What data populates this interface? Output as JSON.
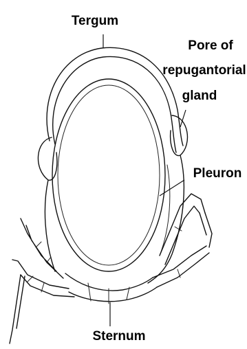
{
  "diagram": {
    "labels": {
      "tergum": "Tergum",
      "pore_line1": "Pore of",
      "pore_line2": "repugantorial",
      "pore_line3": "gland",
      "pleuron": "Pleuron",
      "sternum": "Sternum"
    },
    "colors": {
      "ink": "#111111",
      "background": "#ffffff"
    }
  }
}
